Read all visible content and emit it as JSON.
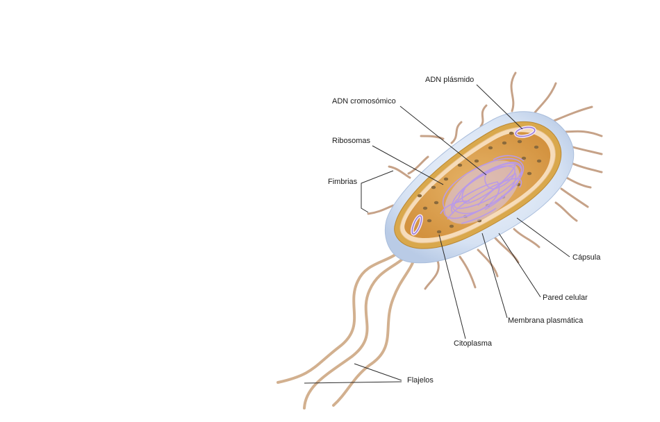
{
  "labels": {
    "plasmid_dna": "ADN plásmido",
    "chromosomal_dna": "ADN cromosómico",
    "ribosomes": "Ribosomas",
    "fimbriae": "Fimbrias",
    "capsule": "Cápsula",
    "cell_wall": "Pared celular",
    "plasma_membrane": "Membrana plasmática",
    "cytoplasm": "Citoplasma",
    "flagella": "Flajelos"
  },
  "colors": {
    "capsule": "#d4e0f2",
    "cell_wall": "#d9a84c",
    "membrane": "#f4d6b0",
    "cytoplasm": "#d99a4a",
    "dna": "#b99ae8",
    "appendage": "#c6a288"
  }
}
